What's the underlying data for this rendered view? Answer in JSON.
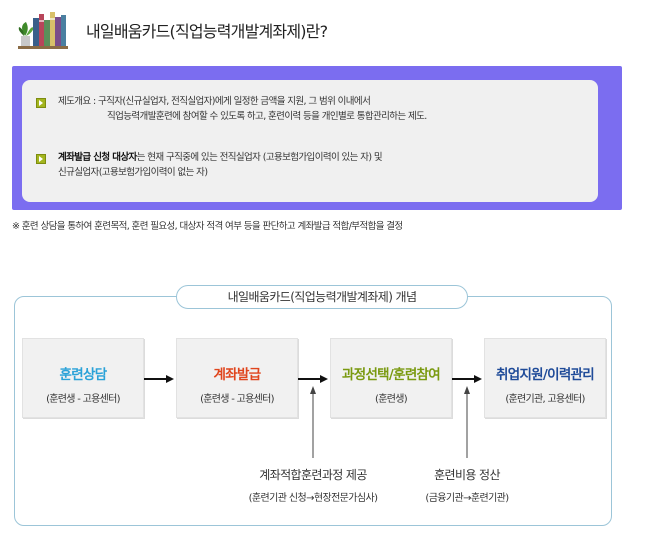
{
  "header": {
    "title": "내일배움카드(직업능력개발계좌제)란?"
  },
  "info": {
    "items": [
      {
        "label": "제도개요 : ",
        "lines": [
          "구직자(신규실업자, 전직실업자)에게 일정한 금액을 지원, 그 범위 이내에서",
          "직업능력개발훈련에 참여할 수 있도록 하고, 훈련이력 등을 개인별로 통합관리하는 제도."
        ]
      },
      {
        "label": "계좌발급 신청 대상자",
        "lines": [
          "는 현재 구직중에 있는 전직실업자 (고용보험가입이력이 있는 자) 및",
          "신규실업자(고용보험가입이력이 없는 자)"
        ]
      }
    ]
  },
  "footnote": "※ 훈련 상담을 통하여 훈련목적, 훈련 필요성, 대상자 적격 여부 등을 판단하고 계좌발급 적합/부적합을 결정",
  "concept": {
    "title": "내일배움카드(직업능력개발계좌제) 개념",
    "steps": [
      {
        "title": "훈련상담",
        "sub": "(훈련생 - 고용센터)"
      },
      {
        "title": "계좌발급",
        "sub": "(훈련생 - 고용센터)"
      },
      {
        "title": "과정선택/훈련참여",
        "sub": "(훈련생)"
      },
      {
        "title": "취업지원/이력관리",
        "sub": "(훈련기관, 고용센터)"
      }
    ],
    "notes": [
      {
        "title": "계좌적합훈련과정 제공",
        "sub": "(훈련기관 신청→현장전문가심사)"
      },
      {
        "title": "훈련비용 정산",
        "sub": "(금융기관→훈련기관)"
      }
    ]
  },
  "colors": {
    "frame_purple": "#7b6df0",
    "bullet_green": "#a3b51e",
    "step1": "#2aa2d8",
    "step2": "#e0451d",
    "step3": "#7a9a10",
    "step4": "#1f4b99"
  },
  "icons": [
    "books-plant-icon",
    "bullet-arrow-icon",
    "flow-arrow-icon"
  ]
}
